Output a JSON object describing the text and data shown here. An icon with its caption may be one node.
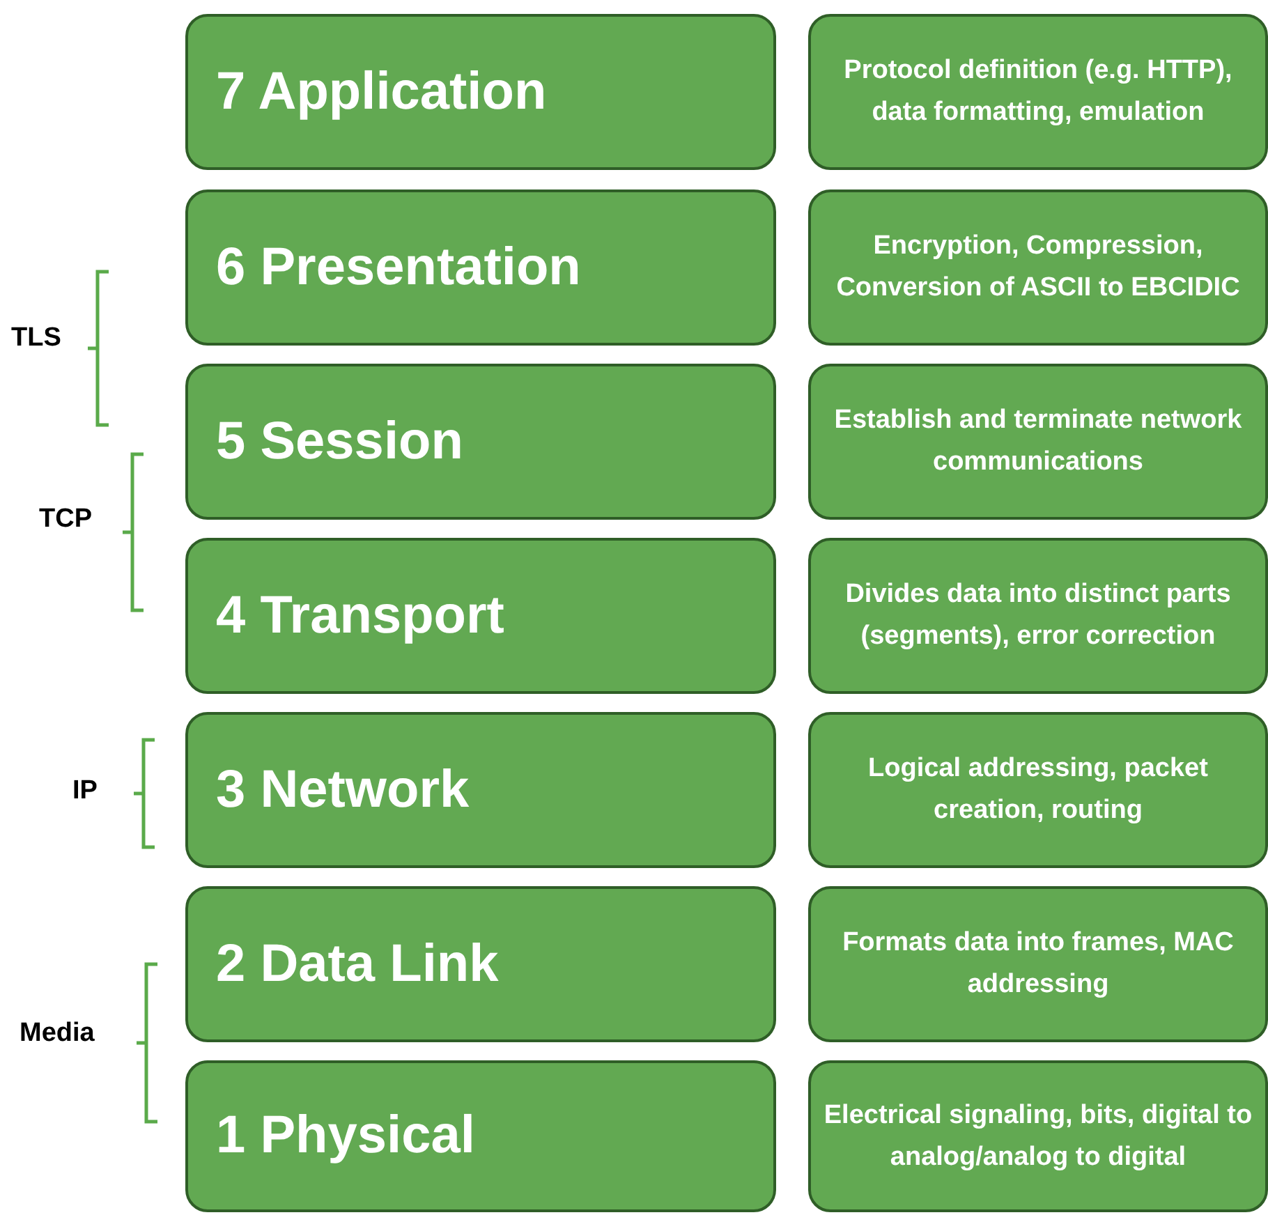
{
  "diagram": {
    "nodes": [
      {
        "text": [
          "7 Application"
        ]
      },
      {
        "text": [
          "Protocol definition (e.g. HTTP), data formatting, emulation"
        ]
      },
      {
        "text": [
          "6 Presentation"
        ]
      },
      {
        "text": [
          "Encryption, Compression, Conversion of ASCII to EBCIDIC"
        ]
      },
      {
        "text": [
          "5 Session"
        ]
      },
      {
        "text": [
          "Establish and terminate network communications"
        ]
      },
      {
        "text": [
          "4 Transport"
        ]
      },
      {
        "text": [
          "Divides data into distinct parts (segments), error correction"
        ]
      },
      {
        "text": [
          "3 Network"
        ]
      },
      {
        "text": [
          "Logical addressing, packet creation, routing"
        ]
      },
      {
        "text": [
          "2 Data Link"
        ]
      },
      {
        "text": [
          "Formats data into frames, MAC addressing"
        ]
      },
      {
        "text": [
          "1 Physical"
        ]
      },
      {
        "text": [
          "Electrical signaling, bits, digital to analog/analog to digital"
        ]
      }
    ],
    "labels": [
      "TLS",
      "TCP",
      "IP",
      "Media"
    ]
  }
}
